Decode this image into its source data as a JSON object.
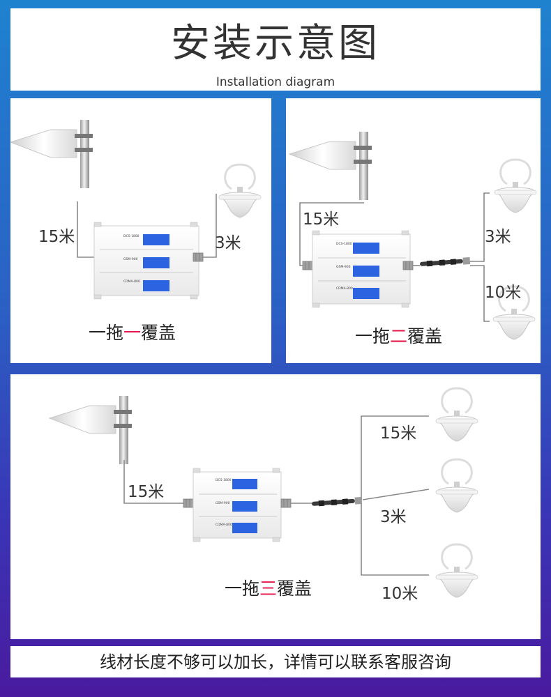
{
  "header": {
    "title": "安装示意图",
    "subtitle": "Installation diagram"
  },
  "booster": {
    "modules": [
      {
        "band": "DCS-1800"
      },
      {
        "band": "GSM-900"
      },
      {
        "band": "CDMA-800"
      }
    ]
  },
  "panel_one": {
    "outdoor_cable": "15米",
    "indoor_cable": "3米",
    "caption": {
      "prefix": "一拖",
      "number": "一",
      "suffix": "覆盖"
    }
  },
  "panel_two": {
    "outdoor_cable": "15米",
    "indoor_cables": [
      "3米",
      "10米"
    ],
    "caption": {
      "prefix": "一拖",
      "number": "二",
      "suffix": "覆盖"
    }
  },
  "panel_three": {
    "outdoor_cable": "15米",
    "indoor_cables": [
      "15米",
      "3米",
      "10米"
    ],
    "caption": {
      "prefix": "一拖",
      "number": "三",
      "suffix": "覆盖"
    }
  },
  "footer": {
    "note": "线材长度不够可以加长，详情可以联系客服咨询"
  },
  "colors": {
    "caption_highlight": "#e5174a",
    "background_top": "#1f82cf",
    "background_bottom": "#4a1a9e"
  },
  "icons": [
    "outdoor-yagi-antenna-icon",
    "signal-booster-icon",
    "ceiling-antenna-icon",
    "power-splitter-icon"
  ]
}
